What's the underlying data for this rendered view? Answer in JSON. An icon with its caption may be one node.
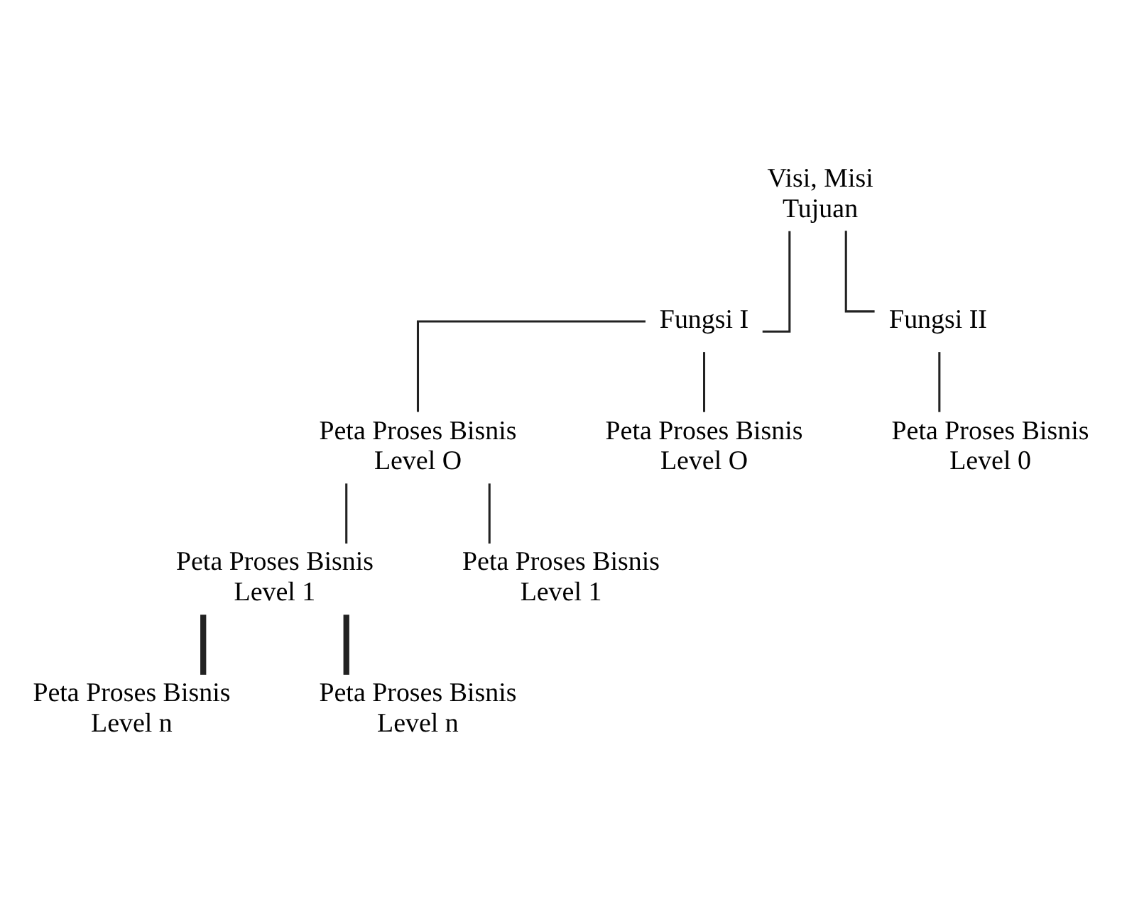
{
  "diagram": {
    "nodes": [
      {
        "text": [
          "Visi, Misi Tujuan"
        ]
      },
      {
        "text": [
          "Fungsi I"
        ]
      },
      {
        "text": [
          "Fungsi II"
        ]
      },
      {
        "text": [
          "Peta Proses Bisnis Level O"
        ]
      },
      {
        "text": [
          "Peta Proses Bisnis Level O"
        ]
      },
      {
        "text": [
          "Peta Proses Bisnis Level 0"
        ]
      },
      {
        "text": [
          "Peta Proses Bisnis Level 1"
        ]
      },
      {
        "text": [
          "Peta Proses Bisnis Level 1"
        ]
      },
      {
        "text": [
          "Peta Proses Bisnis Level n"
        ]
      },
      {
        "text": [
          "Peta Proses Bisnis Level n"
        ]
      }
    ],
    "edges": [
      {
        "from": 0,
        "to": 1,
        "arrow": "none"
      },
      {
        "from": 0,
        "to": 2,
        "arrow": "none"
      },
      {
        "from": 1,
        "to": 3,
        "arrow": "none"
      },
      {
        "from": 1,
        "to": 4,
        "arrow": "none"
      },
      {
        "from": 2,
        "to": 5,
        "arrow": "none"
      },
      {
        "from": 3,
        "to": 6,
        "arrow": "none"
      },
      {
        "from": 3,
        "to": 7,
        "arrow": "none"
      },
      {
        "from": 6,
        "to": 8,
        "arrow": "none",
        "style": "thick"
      },
      {
        "from": 6,
        "to": 9,
        "arrow": "none",
        "style": "thick"
      }
    ]
  }
}
